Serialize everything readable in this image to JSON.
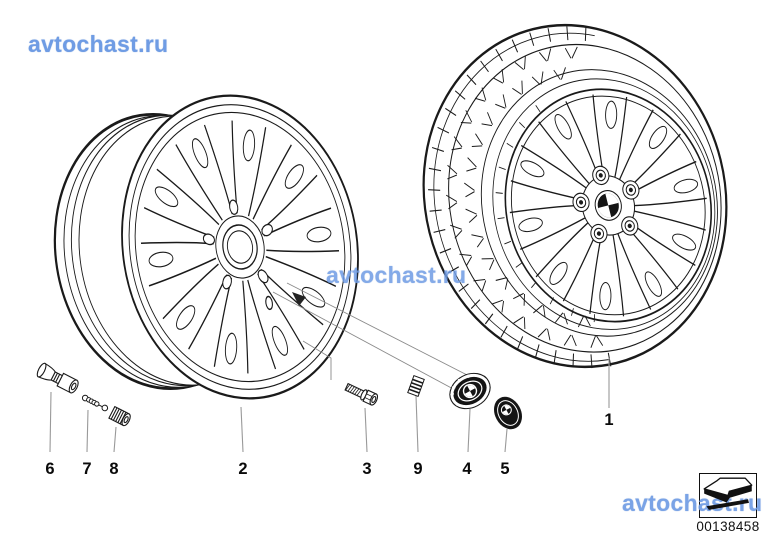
{
  "watermark": {
    "text": "avtochast.ru",
    "color": "#6f9ce4"
  },
  "stamp": {
    "code": "00138458",
    "icon": "3d-arrow-part-group-icon"
  },
  "callouts": {
    "c1": {
      "label": "1"
    },
    "c2": {
      "label": "2"
    },
    "c3": {
      "label": "3"
    },
    "c4": {
      "label": "4"
    },
    "c5": {
      "label": "5"
    },
    "c6": {
      "label": "6"
    },
    "c7": {
      "label": "7"
    },
    "c8": {
      "label": "8"
    },
    "c9": {
      "label": "9"
    }
  },
  "colors": {
    "line": "#1a1a1a",
    "leader": "#999999",
    "watermark_blue": "#6f9ce4"
  }
}
